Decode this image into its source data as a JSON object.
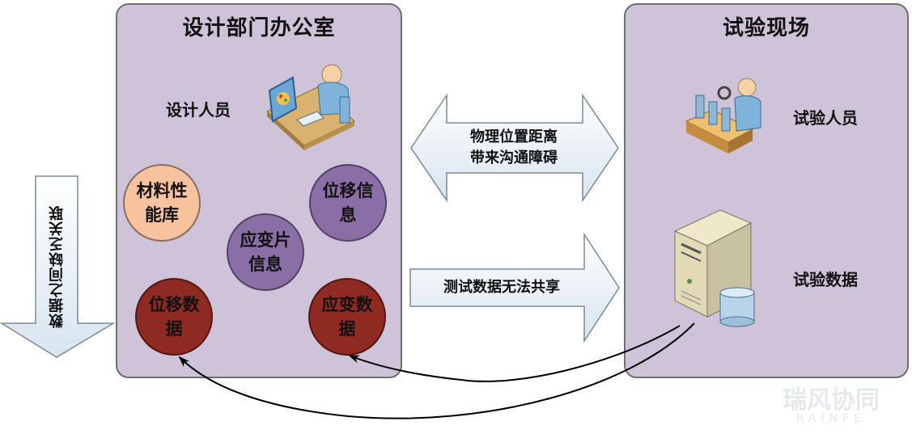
{
  "left_panel": {
    "title": "设计部门办公室",
    "designer_label": "设计人员",
    "nodes": {
      "material": [
        "材料性",
        "能库"
      ],
      "displacement_info": [
        "位移信",
        "息"
      ],
      "strain_gauge_info": [
        "应变片",
        "信息"
      ],
      "displacement_data": [
        "位移数",
        "据"
      ],
      "strain_data": [
        "应变数",
        "据"
      ]
    },
    "colors": {
      "panel": "#cfc3d9",
      "light": "#f7c29e",
      "purple": "#8a6fa6",
      "red": "#8e2a22"
    }
  },
  "right_panel": {
    "title": "试验现场",
    "tester_label": "试验人员",
    "data_label": "试验数据"
  },
  "arrows": {
    "double_arrow": [
      "物理位置距离",
      "带来沟通障碍"
    ],
    "share_arrow": "测试数据无法共享",
    "left_arrow": "数据之间缺乏关联"
  },
  "watermark": {
    "main": "瑞风协同",
    "sub": "RAINFE"
  },
  "icons": [
    "designer-icon",
    "tester-icon",
    "server-icon",
    "database-icon"
  ]
}
